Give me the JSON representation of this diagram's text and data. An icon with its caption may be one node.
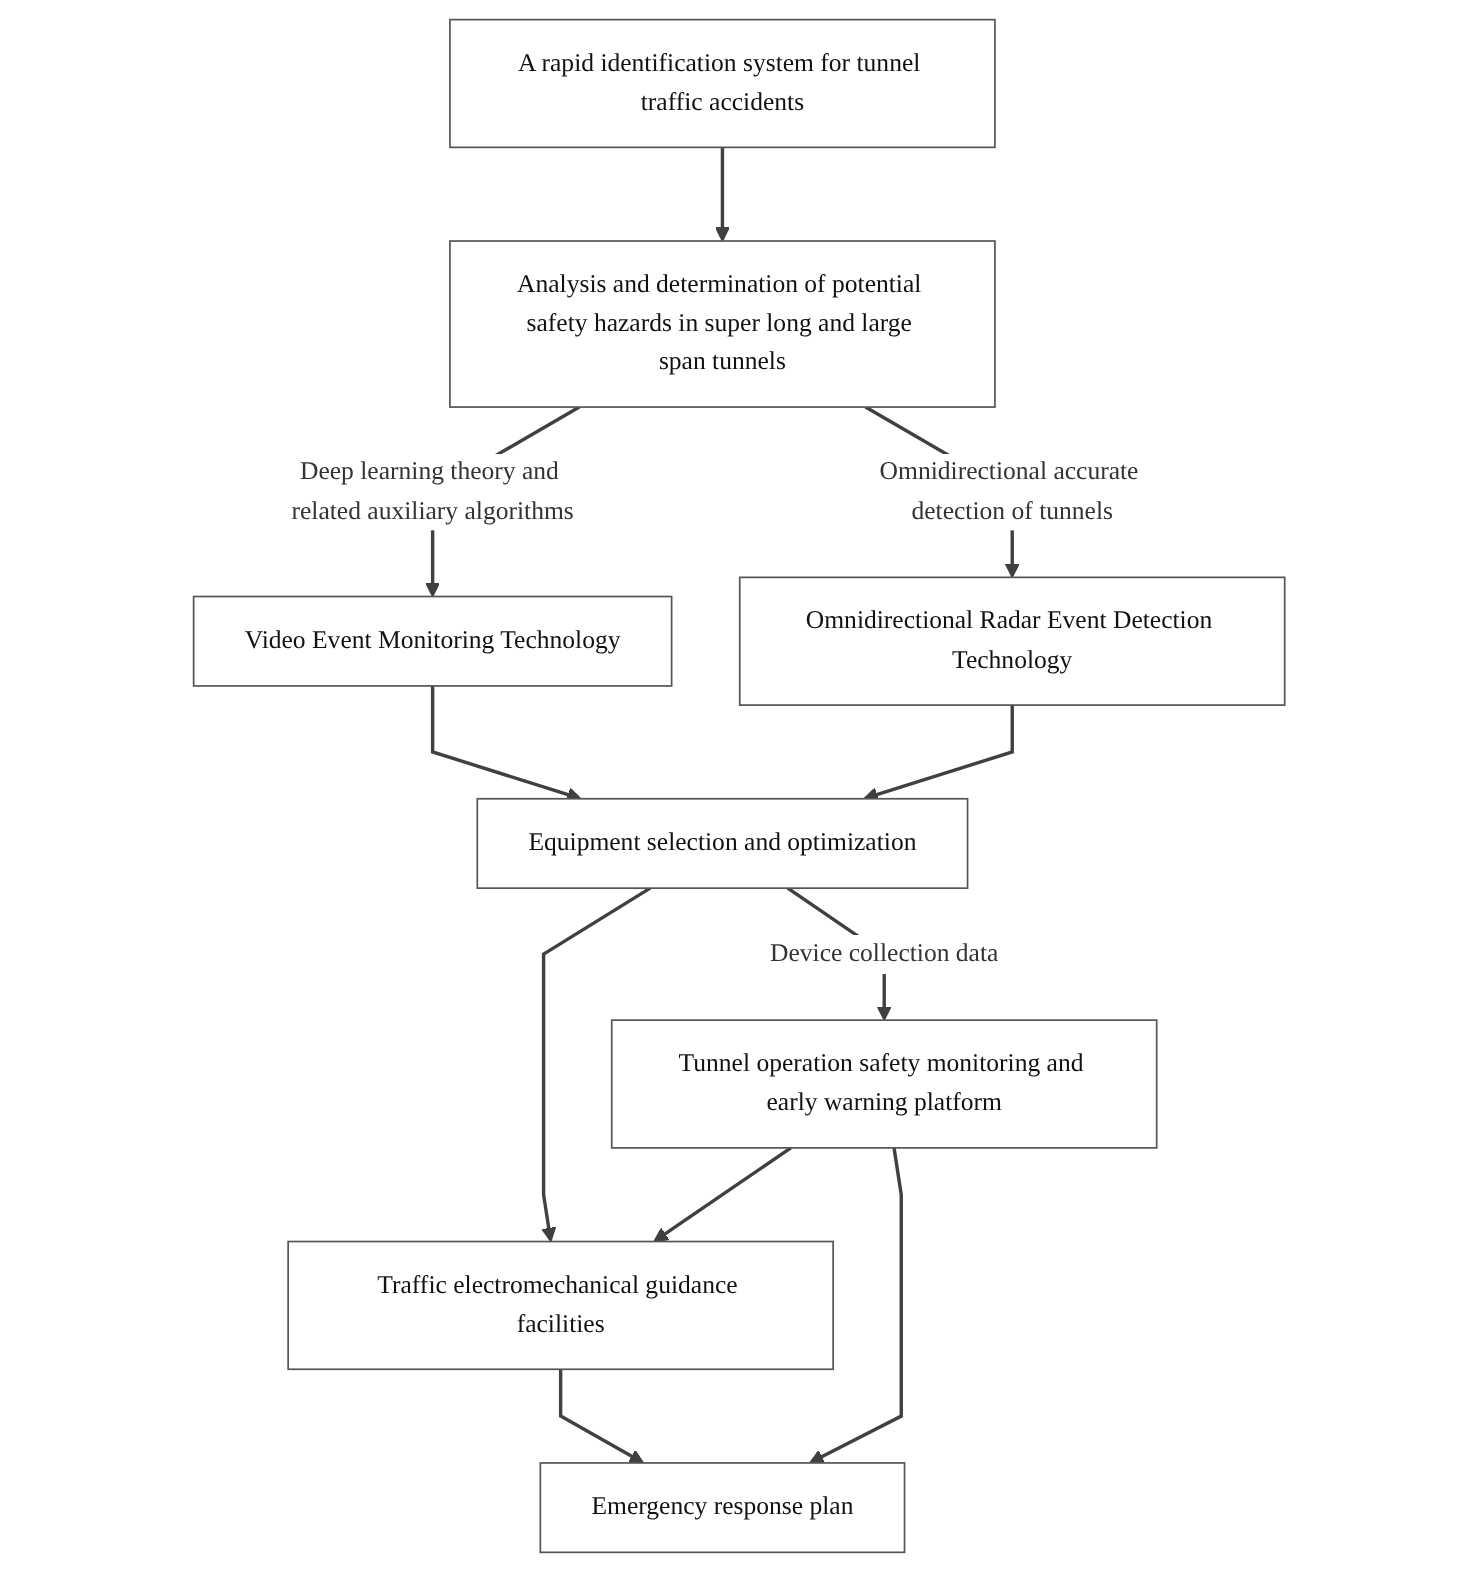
{
  "diagram": {
    "nodes": [
      {
        "text": [
          "A rapid identification system for tunnel traffic accidents"
        ]
      },
      {
        "text": [
          "Analysis and determination of potential safety hazards in super long and large span tunnels"
        ]
      },
      {
        "text": [
          "Video Event Monitoring Technology"
        ]
      },
      {
        "text": [
          "Omnidirectional Radar Event Detection Technology"
        ]
      },
      {
        "text": [
          "Equipment selection and optimization"
        ]
      },
      {
        "text": [
          "Traffic electromechanical guidance facilities"
        ]
      },
      {
        "text": [
          "Emergency response plan"
        ]
      },
      {
        "text": [
          "Tunnel operation safety monitoring and early warning platform"
        ]
      }
    ],
    "edges": [
      {
        "from": 0,
        "to": 1,
        "arrow": "to"
      },
      {
        "from": 1,
        "to": 2,
        "arrow": "to",
        "label": "Deep learning theory and related auxiliary algorithms"
      },
      {
        "from": 1,
        "to": 3,
        "arrow": "to",
        "label": "Omnidirectional accurate detection of tunnels"
      },
      {
        "from": 2,
        "to": 4,
        "arrow": "to"
      },
      {
        "from": 3,
        "to": 4,
        "arrow": "to"
      },
      {
        "from": 4,
        "to": 5,
        "arrow": "to"
      },
      {
        "from": 4,
        "to": 7,
        "arrow": "to",
        "label": "Device collection data"
      },
      {
        "from": 5,
        "to": 6,
        "arrow": "to"
      },
      {
        "from": 7,
        "to": 5,
        "arrow": "to"
      },
      {
        "from": 7,
        "to": 6,
        "arrow": "to"
      }
    ]
  }
}
